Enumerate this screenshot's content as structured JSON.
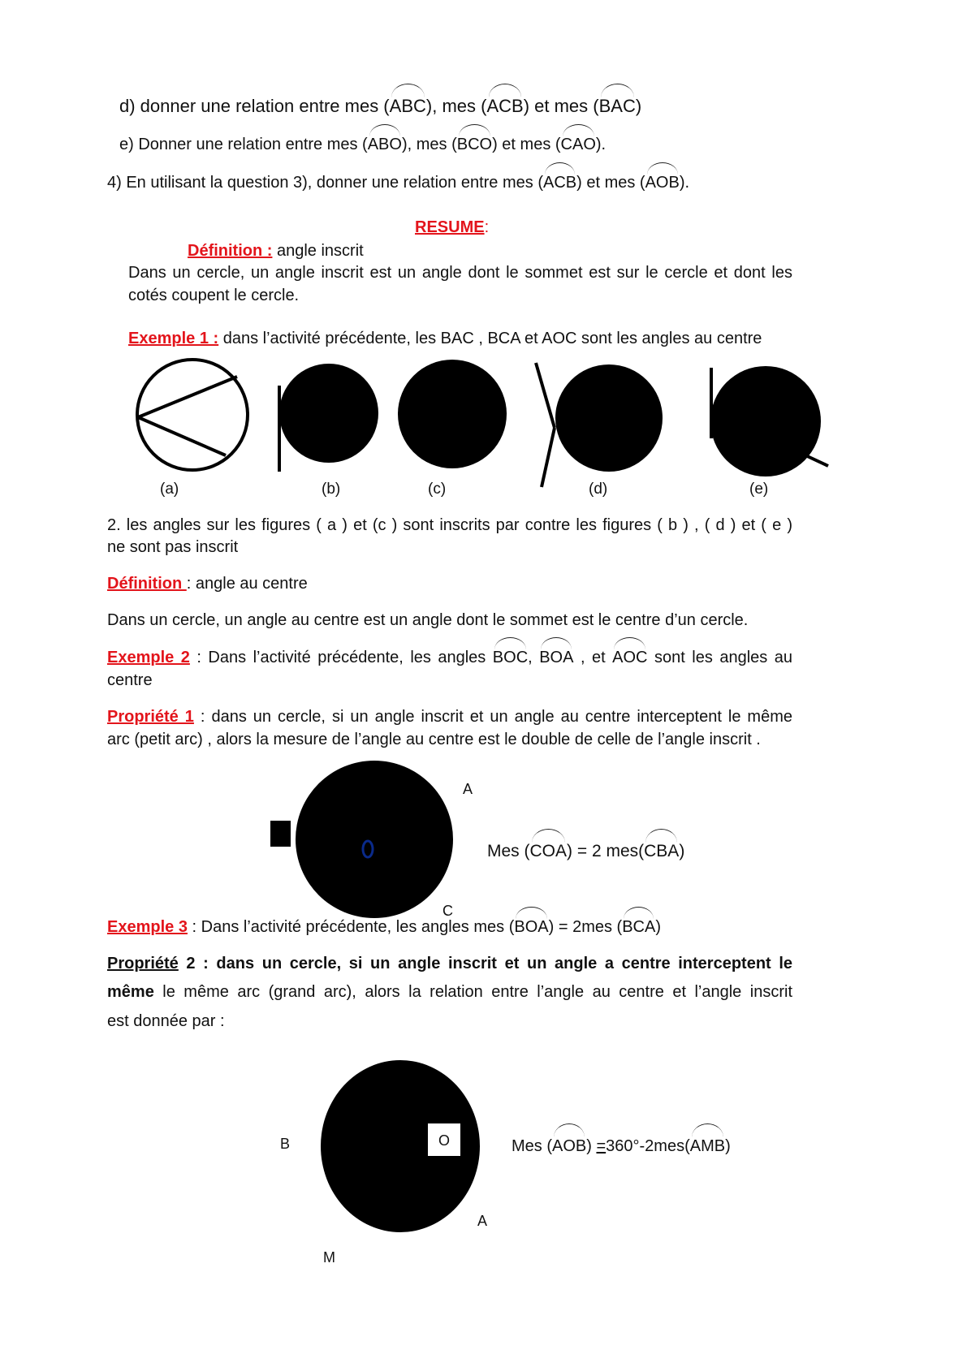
{
  "questions": {
    "d": {
      "prefix": "d) donner une relation entre mes (",
      "a1": "ABC",
      "sep1": "), mes (",
      "a2": "ACB",
      "sep2": ") et mes (",
      "a3": "BAC",
      "suffix": ")"
    },
    "e": {
      "prefix": "e) Donner une relation entre mes (",
      "a1": "ABO",
      "sep1": "), mes (",
      "a2": "BCO",
      "sep2": ") et mes (",
      "a3": "CAO",
      "suffix": ")."
    },
    "q4": {
      "prefix": "4)  En utilisant la question 3), donner une relation entre mes (",
      "a1": "ACB",
      "sep1": ") et mes (",
      "a2": "AOB",
      "suffix": ")."
    }
  },
  "resume": "RESUME",
  "resume_colon": ":",
  "definition1": {
    "label": "Définition :",
    "term": " angle inscrit",
    "text": "Dans un cercle, un angle inscrit est un angle dont le sommet est sur le cercle et dont les",
    "text2": "cotés coupent le cercle."
  },
  "example1": {
    "label": "Exemple 1 :",
    "text": " dans l’activité précédente, les BAC , BCA et AOC sont les angles au centre"
  },
  "figure_labels": [
    "(a)",
    "(b)",
    "(c)",
    "(d)",
    "(e)"
  ],
  "point2": {
    "line1": "2. les angles sur les figures ( a ) et (c ) sont inscrits par contre  les  figures ( b ) , ( d ) et ( e )",
    "line2": "ne sont pas inscrit"
  },
  "definition2": {
    "label": "Définition ",
    "term": ": angle au centre",
    "text": "Dans un cercle, un angle au centre est un angle dont le sommet est le centre d’un cercle."
  },
  "example2": {
    "label": "Exemple 2",
    "p1": " : Dans l’activité précédente, les angles  ",
    "a1": "BOC",
    "c1": ",",
    "a2": "BOA",
    "c2": " , et ",
    "a3": "AOC",
    "p2": " sont les angles au",
    "line2": "centre"
  },
  "property1": {
    "label": "Propriété 1",
    "line1": " : dans un cercle, si un angle inscrit et un angle au centre interceptent le même",
    "line2": "arc (petit arc) , alors la mesure de l’angle au centre est le double de celle de l’angle inscrit ."
  },
  "fig1": {
    "A": "A",
    "C": "C",
    "O": "0",
    "formula": {
      "p1": "Mes (",
      "a1": "COA",
      "p2": ") = 2 mes(",
      "a2": "CBA",
      "p3": ")"
    }
  },
  "example3": {
    "label": "Exemple 3",
    "p1": " : Dans l’activité précédente, les angles mes  (",
    "a1": "BOA",
    "p2": ") = 2mes (",
    "a2": "BCA",
    "p3": ")"
  },
  "property2": {
    "label": "Propriété",
    "num": " 2 : dans un cercle,  si un angle inscrit et un angle a centre interceptent le",
    "bold2": "même",
    "line2": " le même  arc  (grand arc),  alors la relation  entre l’angle au centre et l’angle  inscrit",
    "line3": "est donnée par :"
  },
  "fig2": {
    "B": "B",
    "O": "O",
    "A": "A",
    "M": "M",
    "formula": {
      "p1": "Mes (",
      "a1": "AOB",
      "p2": ") ",
      "eq": "=",
      "p3": "360°-2mes(",
      "a2": "AMB",
      "p4": ")"
    }
  }
}
